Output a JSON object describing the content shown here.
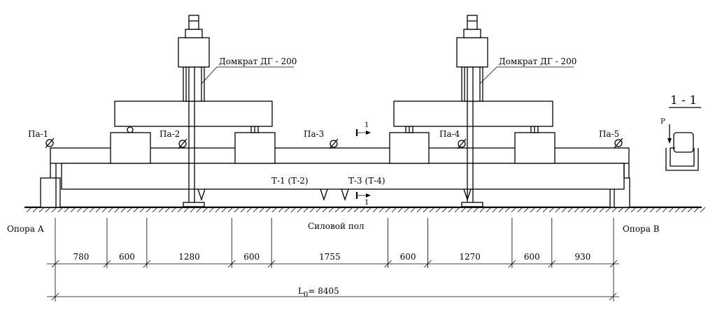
{
  "jack_labels": [
    "Домкрат ДГ - 200",
    "Домкрат ДГ - 200"
  ],
  "gauges": [
    "Па-1",
    "Па-2",
    "Па-3",
    "Па-4",
    "Па-5"
  ],
  "beam_labels": {
    "left": "Т-1 (Т-2)",
    "right": "Т-3 (Т-4)"
  },
  "section_mark": "1",
  "section_title": "1 - 1",
  "load_label": "P",
  "floor_label": "Силовой пол",
  "supports": {
    "a": "Опора А",
    "b": "Опора В"
  },
  "dimensions": [
    {
      "label": "780",
      "value": 780
    },
    {
      "label": "600",
      "value": 600
    },
    {
      "label": "1280",
      "value": 1280
    },
    {
      "label": "600",
      "value": 600
    },
    {
      "label": "1755",
      "value": 1755
    },
    {
      "label": "600",
      "value": 600
    },
    {
      "label": "1270",
      "value": 1270
    },
    {
      "label": "600",
      "value": 600
    },
    {
      "label": "930",
      "value": 930
    }
  ],
  "total_span": {
    "symbol": "L",
    "subscript": "0",
    "value": "= 8405"
  }
}
